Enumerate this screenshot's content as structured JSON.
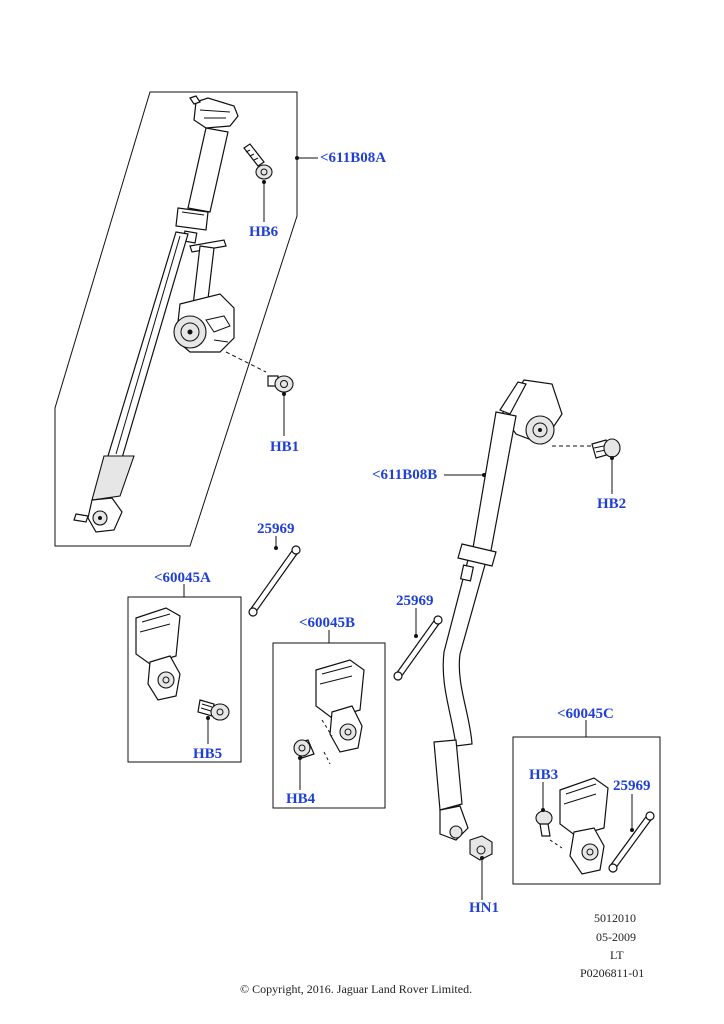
{
  "callouts": {
    "c611B08A": "<611B08A",
    "cHB6": "HB6",
    "cHB1": "HB1",
    "c611B08B": "<611B08B",
    "cHB2": "HB2",
    "c25969_a": "25969",
    "c60045A": "<60045A",
    "cHB5": "HB5",
    "c60045B": "<60045B",
    "cHB4": "HB4",
    "c25969_b": "25969",
    "cHN1": "HN1",
    "c60045C": "<60045C",
    "cHB3": "HB3",
    "c25969_c": "25969"
  },
  "meta": {
    "code": "5012010",
    "date": "05-2009",
    "lt": "LT",
    "ref": "P0206811-01",
    "copyright": "© Copyright, 2016. Jaguar Land Rover Limited."
  },
  "colors": {
    "callout": "#1f3fd6",
    "line": "#111111"
  }
}
